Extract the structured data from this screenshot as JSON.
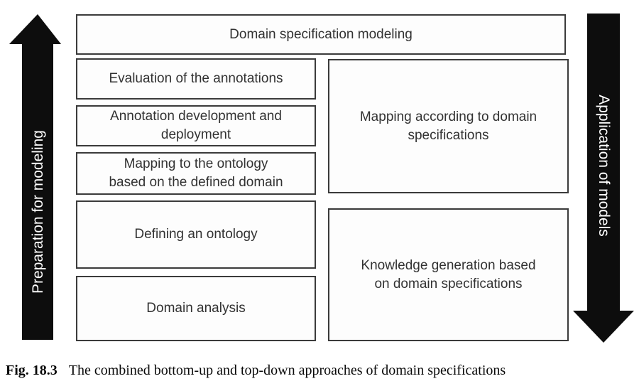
{
  "diagram": {
    "top_box_label": "Domain specification modeling",
    "left_arrow_label": "Preparation for modeling",
    "right_arrow_label": "Application of models",
    "left_column": [
      "Evaluation of the annotations",
      "Annotation development and\ndeployment",
      "Mapping to the ontology\nbased on the defined domain",
      "Defining an ontology",
      "Domain analysis"
    ],
    "right_column": [
      "Mapping according to domain\nspecifications",
      "Knowledge generation based\non domain specifications"
    ],
    "colors": {
      "arrow_fill": "#0d0d0d",
      "arrow_text": "#ffffff",
      "box_border": "#3b3b3b",
      "box_text": "#323232",
      "background": "#ffffff"
    }
  },
  "caption": {
    "label": "Fig. 18.3",
    "text": "The combined bottom-up and top-down approaches of domain specifications"
  }
}
